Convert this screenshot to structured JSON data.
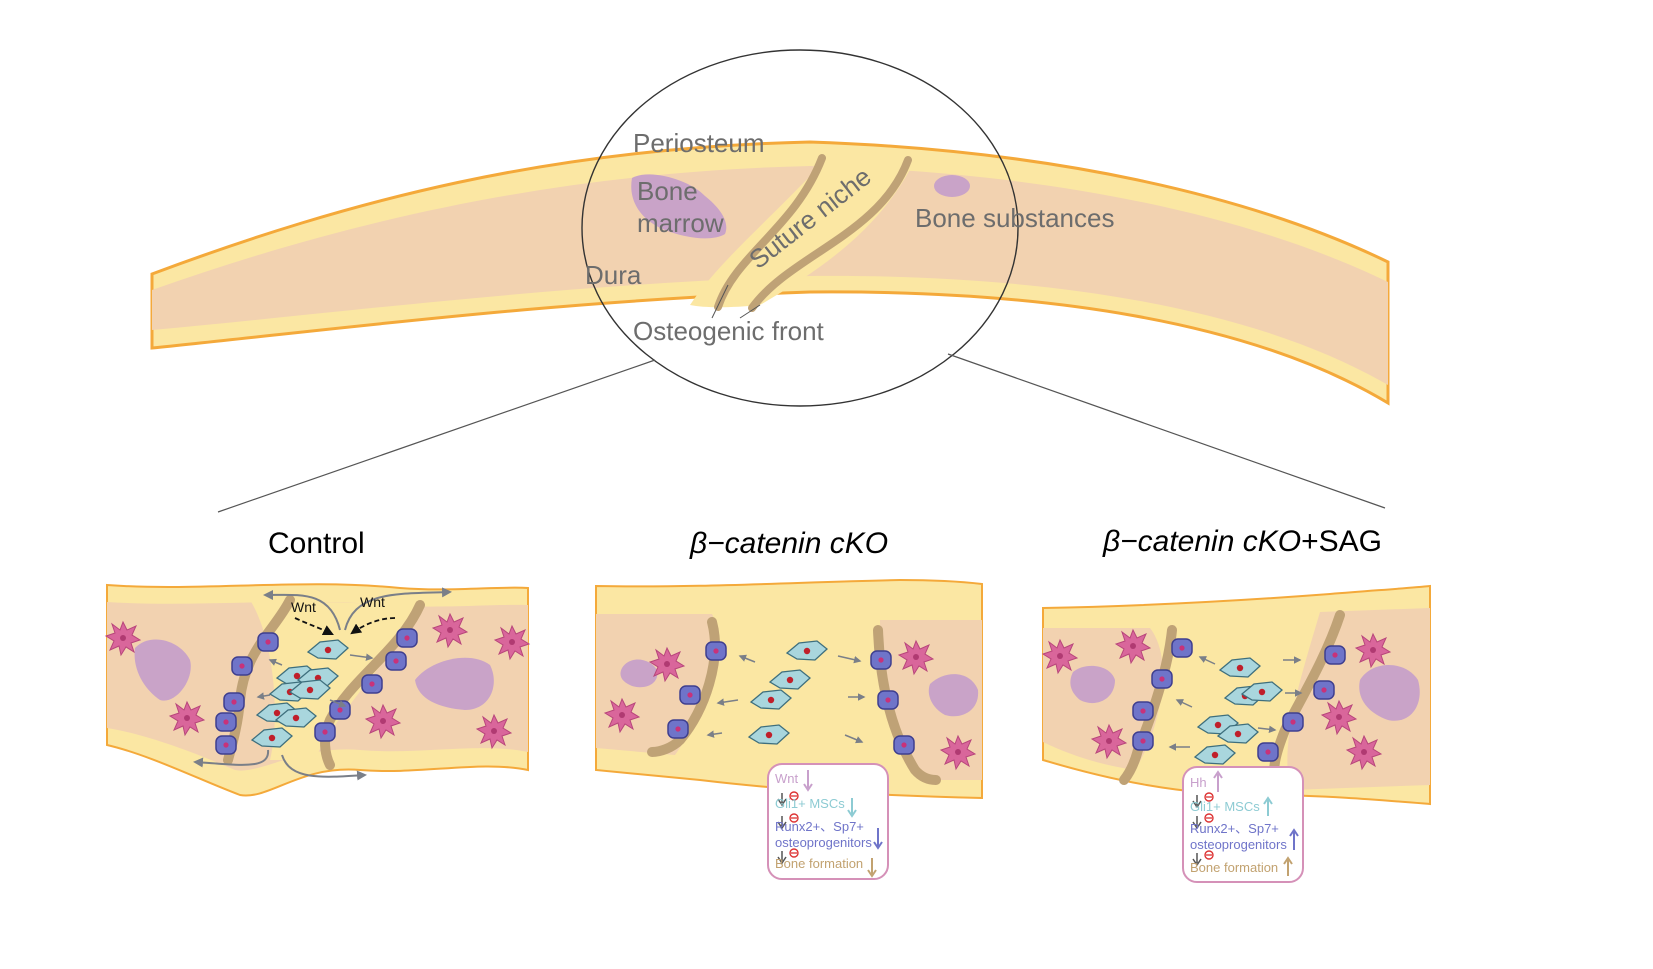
{
  "top_labels": {
    "periosteum": "Periosteum",
    "bone_marrow_line1": "Bone",
    "bone_marrow_line2": "marrow",
    "suture_niche": "Suture niche",
    "bone_substances": "Bone substances",
    "dura": "Dura",
    "osteogenic_front": "Osteogenic front"
  },
  "panels": [
    {
      "title": "Control",
      "wnt_left": "Wnt",
      "wnt_right": "Wnt"
    },
    {
      "title_italic": "β−catenin cKO"
    },
    {
      "title_italic": "β−catenin cKO",
      "title_suffix": "+SAG"
    }
  ],
  "cko_box": {
    "line1": "Wnt",
    "line2": "Gli1+ MSCs",
    "line3": "Runx2+、Sp7+",
    "line4": "osteoprogenitors",
    "line5": "Bone formation"
  },
  "sag_box": {
    "line1": "Hh",
    "line2": "Gli1+ MSCs",
    "line3": "Runx2+、Sp7+",
    "line4": "osteoprogenitors",
    "line5": "Bone formation"
  },
  "colors": {
    "periosteum_yellow": "#fbe7a3",
    "bone_tan": "#f2d2b0",
    "orange_outline": "#f4a93a",
    "marrow_purple": "#c9a3c8",
    "osteoblast_blue": "#6f74c9",
    "msc_teal": "#a9d6dd",
    "osteoclast_pink": "#d9669b",
    "suture_brown": "#bfa276",
    "box_pink": "#d591b8"
  }
}
